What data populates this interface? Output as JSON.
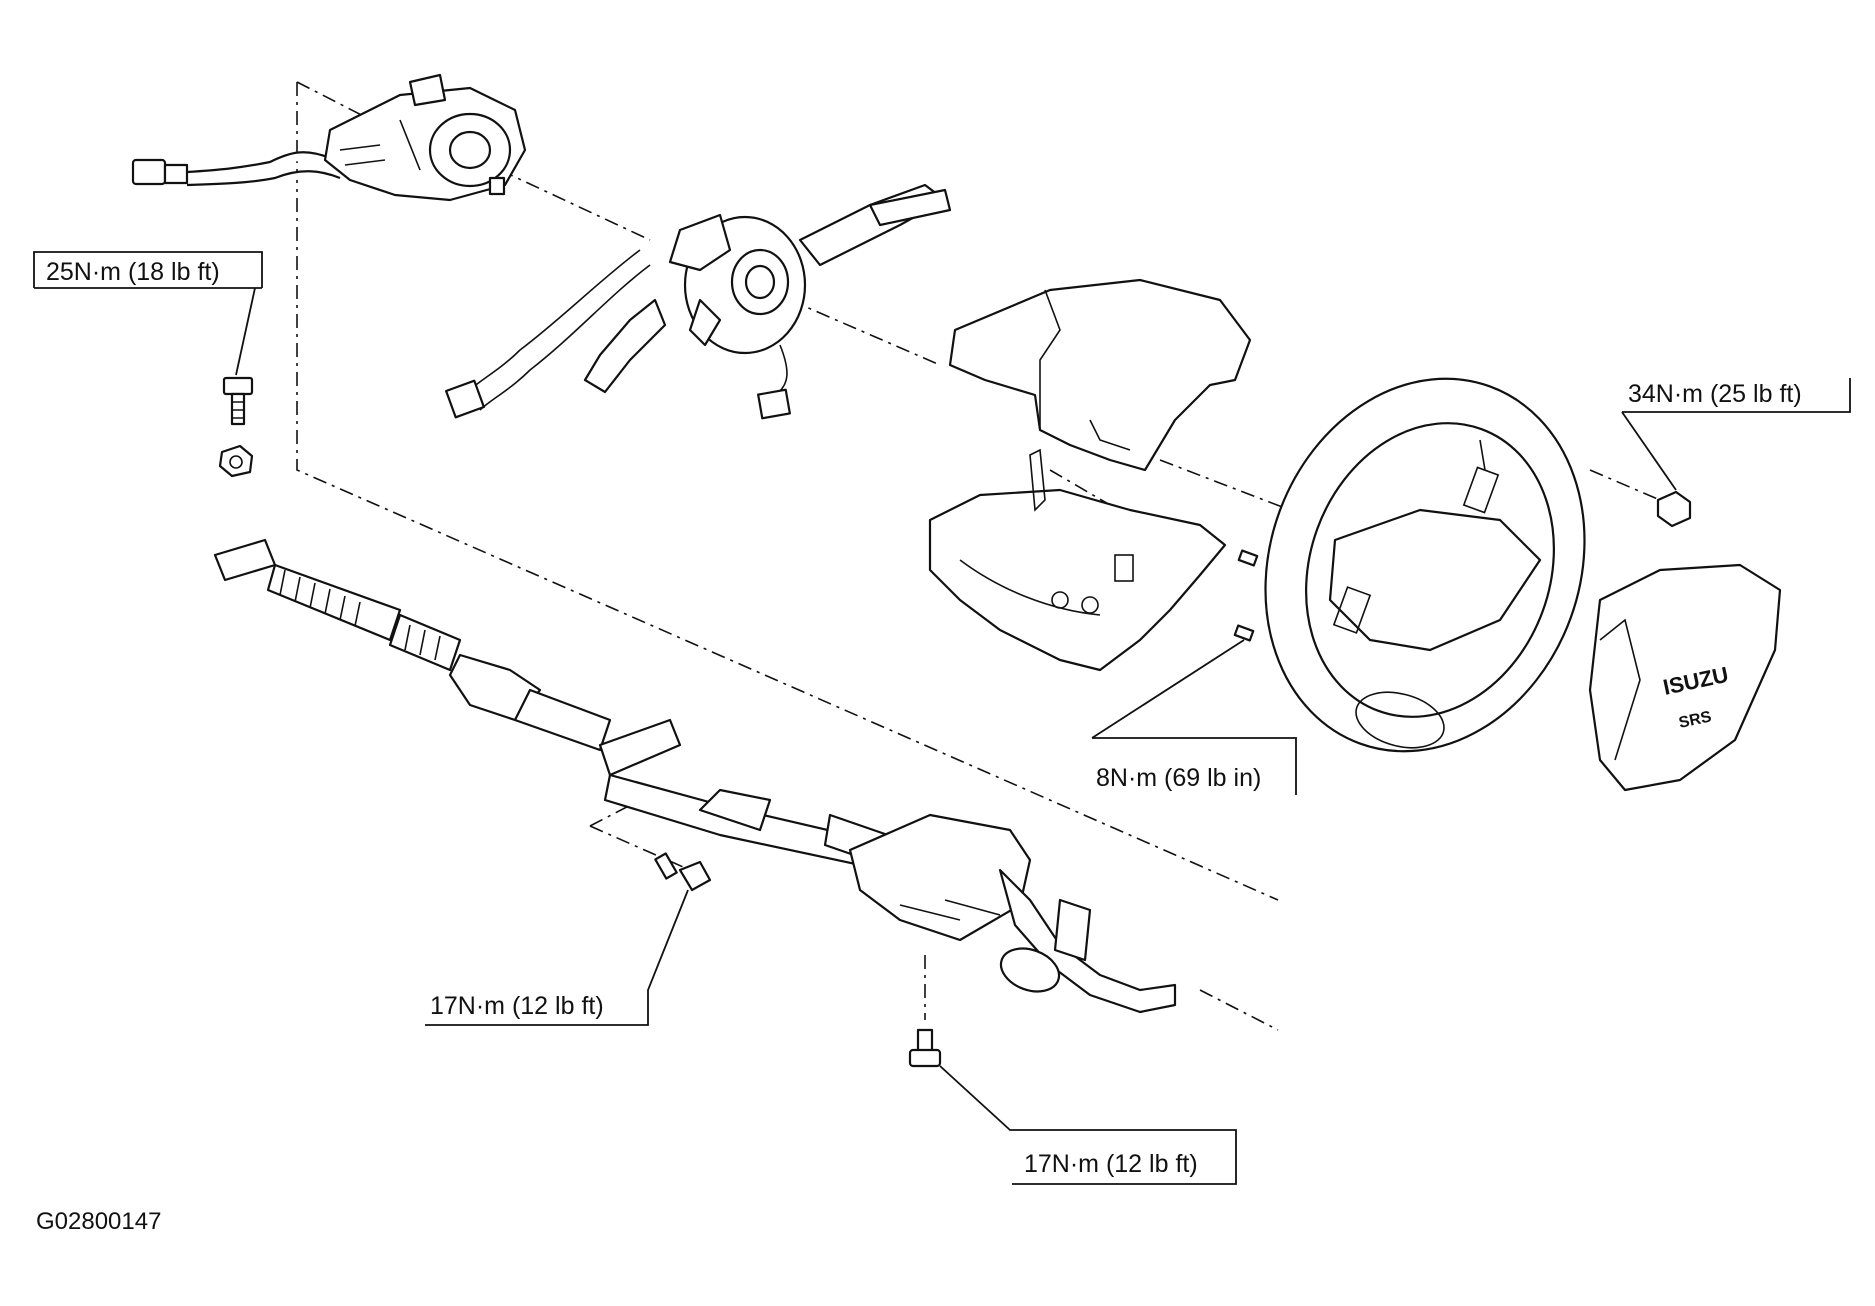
{
  "labels": {
    "torque_upper_left": "25N·m (18 lb ft)",
    "torque_wheel_nut": "34N·m (25 lb ft)",
    "torque_wheel_bolts": "8N·m (69 lb in)",
    "torque_column_bracket": "17N·m (12 lb ft)",
    "torque_column_lower": "17N·m (12 lb ft)"
  },
  "logos": {
    "airbag_brand": "ISUZU",
    "airbag_model": "SRS"
  },
  "figure_id": "G02800147"
}
